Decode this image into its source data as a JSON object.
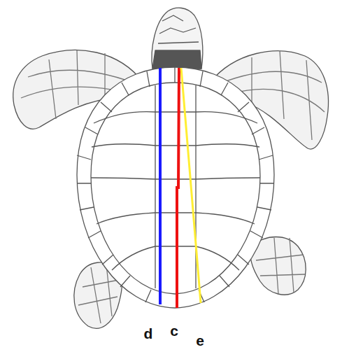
{
  "diagram": {
    "labels": [
      "d",
      "c",
      "e"
    ]
  }
}
